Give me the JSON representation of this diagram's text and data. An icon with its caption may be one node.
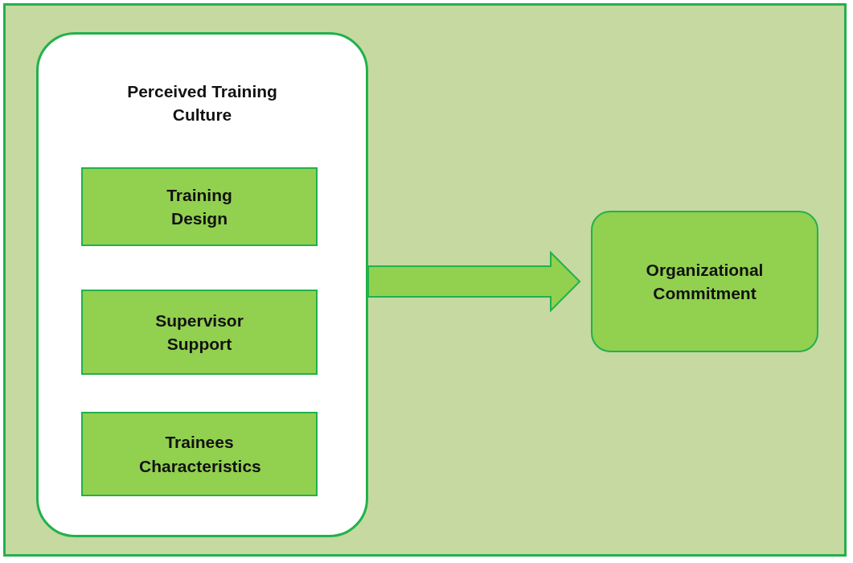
{
  "diagram": {
    "nodes": [
      {
        "text": [
          "Perceived Training Culture"
        ]
      },
      {
        "text": [
          "Training Design"
        ],
        "in": 0
      },
      {
        "text": [
          "Supervisor Support"
        ],
        "in": 0
      },
      {
        "text": [
          "Trainees Characteristics"
        ],
        "in": 0
      },
      {
        "text": [
          "Organizational Commitment"
        ]
      }
    ],
    "edges": [
      {
        "from": 0,
        "to": 4,
        "arrow": "to",
        "style": "thick"
      }
    ]
  }
}
